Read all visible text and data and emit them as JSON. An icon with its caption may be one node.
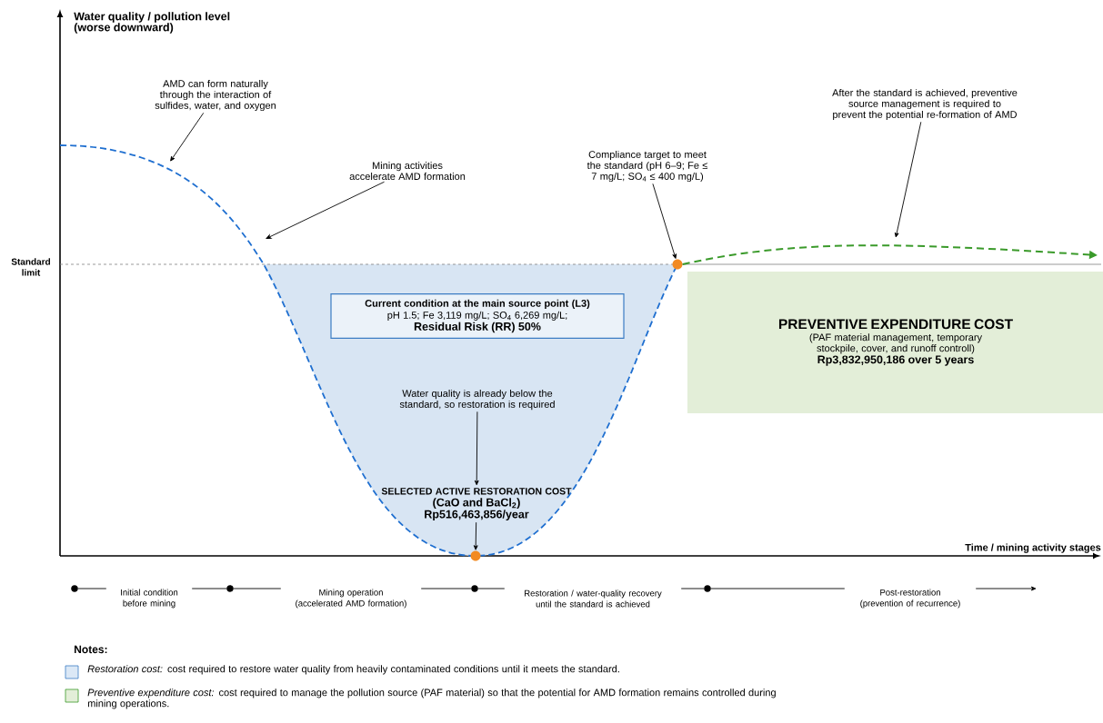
{
  "diagram": {
    "nodes": [
      {
        "text": [
          "AMD can form naturally through the interaction of sulfides, water, and oxygen"
        ]
      },
      {
        "text": [
          "Mining activities accelerate AMD formation"
        ]
      },
      {
        "text": [
          "Compliance target to meet the standard (pH 6–9; Fe ≤ 7 mg/L; SO$_{4}$ ≤ 400 mg/L)"
        ]
      },
      {
        "text": [],
        "shape": "circle"
      },
      {
        "text": [
          "After the standard is achieved, preventive source management is required to prevent the potential re-formation of AMD"
        ]
      },
      {
        "text": [
          "Current condition at the main source point (L3)",
          "pH 1.5; Fe 3,119 mg/L; SO$_{4}$ 6,269 mg/L;",
          "Residual Risk (RR) 50%"
        ]
      },
      {
        "text": [
          "Water quality is already below the standard, so restoration is required"
        ]
      },
      {
        "text": [
          "SELECTED ACTIVE RESTORATION COST",
          "(CaO and BaCl$_{2}$)",
          "Rp516,463,856/year"
        ]
      },
      {
        "text": [],
        "shape": "circle"
      },
      {
        "text": [
          "PREVENTIVE EXPENDITURE COST",
          "(PAF material management, temporary stockpile, cover, and runoff controll)",
          "Rp3,832,950,186 over 5 years"
        ]
      },
      {
        "text": [],
        "shape": "circle"
      },
      {
        "text": [
          "Initial condition before mining"
        ]
      },
      {
        "text": [],
        "shape": "circle"
      },
      {
        "text": [
          "Mining operation (accelerated AMD formation)"
        ]
      },
      {
        "text": [],
        "shape": "circle"
      },
      {
        "text": [
          "Restoration / water-quality recovery until the standard is achieved"
        ]
      },
      {
        "text": [],
        "shape": "circle"
      },
      {
        "text": [
          "Post-restoration (prevention of recurrence)"
        ]
      }
    ],
    "edges": [
      {
        "from": 0,
        "to": null,
        "arrow": "to"
      },
      {
        "from": 1,
        "to": null,
        "arrow": "to"
      },
      {
        "from": 2,
        "to": 3,
        "arrow": "to"
      },
      {
        "from": 4,
        "to": null,
        "arrow": "to"
      },
      {
        "from": 6,
        "to": 7,
        "arrow": "to"
      },
      {
        "from": 7,
        "to": 8,
        "arrow": "to"
      },
      {
        "from": 3,
        "to": null,
        "arrow": "to",
        "style": "dashed",
        "color": "#3a9a2a"
      },
      {
        "from": 10,
        "to": 11,
        "arrow": "none"
      },
      {
        "from": 11,
        "to": 12,
        "arrow": "none"
      },
      {
        "from": 12,
        "to": 13,
        "arrow": "none"
      },
      {
        "from": 13,
        "to": 14,
        "arrow": "none"
      },
      {
        "from": 14,
        "to": 15,
        "arrow": "none"
      },
      {
        "from": 15,
        "to": 16,
        "arrow": "none"
      },
      {
        "from": 16,
        "to": 17,
        "arrow": "none"
      },
      {
        "from": 17,
        "to": null,
        "arrow": "to"
      }
    ],
    "labels": [
      "Water quality / pollution level (worse downward)",
      "Standard limit",
      "Time / mining activity stages",
      "Notes:"
    ],
    "legend": [
      {
        "text": "*Restoration cost:* cost required to restore water quality from heavily contaminated conditions until it meets the standard.",
        "color": "#dbe8f6"
      },
      {
        "text": "*Preventive expenditure cost:* cost required to manage the pollution source (PAF material) so that the potential for AMD formation remains controlled during mining operations.",
        "color": "#e3eed8"
      }
    ]
  }
}
